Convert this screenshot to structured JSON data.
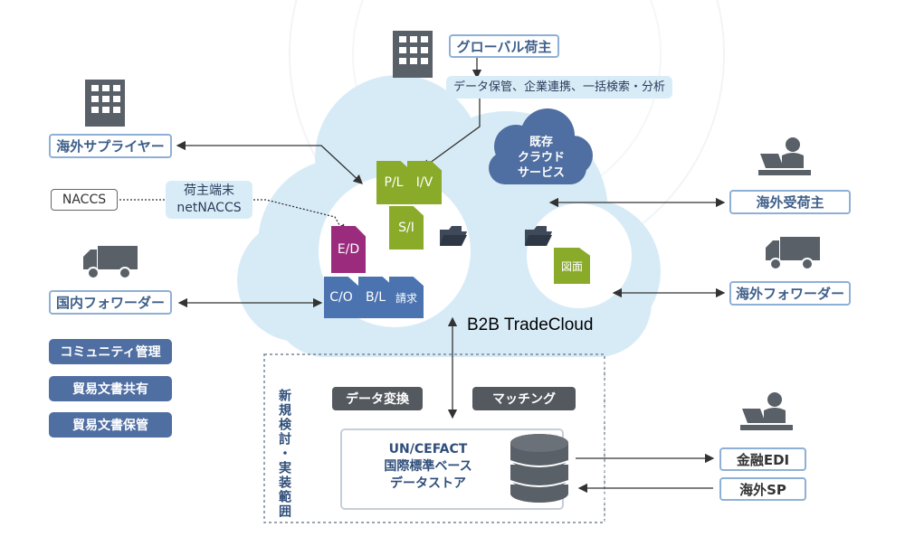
{
  "top": {
    "global_shipper": "グローバル荷主",
    "services": "データ保管、企業連携、一括検索・分析"
  },
  "left": {
    "overseas_supplier": "海外サプライヤー",
    "naccs": "NACCS",
    "shipper_terminal_line1": "荷主端末",
    "shipper_terminal_line2": "netNACCS",
    "domestic_forwarder": "国内フォワーダー",
    "features": [
      "コミュニティ管理",
      "貿易文書共有",
      "貿易文書保管"
    ]
  },
  "right": {
    "existing_cloud": [
      "既存",
      "クラウド",
      "サービス"
    ],
    "overseas_consignee": "海外受荷主",
    "overseas_forwarder": "海外フォワーダー",
    "finance_edi": "金融EDI",
    "overseas_sp": "海外SP"
  },
  "center": {
    "brand": "B2B TradeCloud",
    "docs": {
      "pl": "P/L",
      "iv": "I/V",
      "si": "S/I",
      "ed": "E/D",
      "co": "C/O",
      "bl": "B/L",
      "invoice": "請求",
      "drawing": "図面"
    }
  },
  "bottom": {
    "scope_label": "新規検討・実装範囲",
    "data_conversion": "データ変換",
    "matching": "マッチング",
    "store_line1": "UN/CEFACT",
    "store_line2": "国際標準ベース",
    "store_line3": "データストア"
  },
  "colors": {
    "cloud": "#d7ebf7",
    "navy": "#4f6ea1",
    "gray": "#54595f",
    "green": "#8aab2a",
    "purple": "#9b2c7d",
    "blue_doc": "#4a73b0",
    "border": "#8fb0d6"
  },
  "icons": [
    "building-icon",
    "truck-icon",
    "person-at-desk-icon",
    "database-icon",
    "folder-icon",
    "cloud-icon"
  ]
}
